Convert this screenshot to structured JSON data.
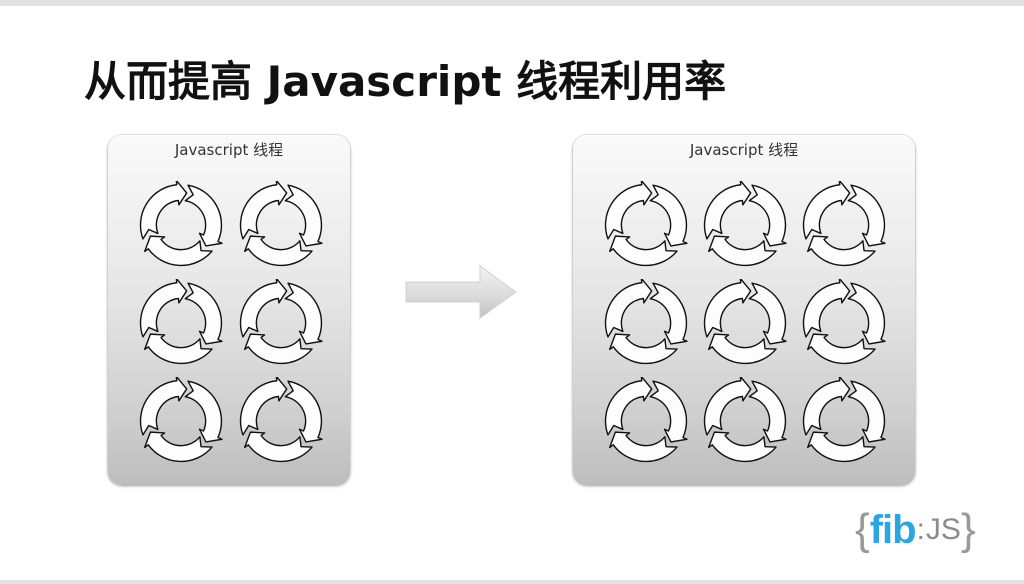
{
  "slide": {
    "title": "从而提高 Javascript 线程利用率"
  },
  "panels": {
    "left": {
      "label": "Javascript 线程",
      "rows": 3,
      "cols": 2
    },
    "right": {
      "label": "Javascript 线程",
      "rows": 3,
      "cols": 3
    }
  },
  "logo": {
    "open_brace": "{",
    "fib": "fib",
    "colon": ":",
    "js": "JS",
    "close_brace": "}"
  },
  "colors": {
    "logo_blue": "#2aa6e0",
    "logo_gray": "#8c8c8c"
  },
  "icons": {
    "cycle": "cycle-arrows-icon",
    "transition": "right-arrow-icon"
  }
}
